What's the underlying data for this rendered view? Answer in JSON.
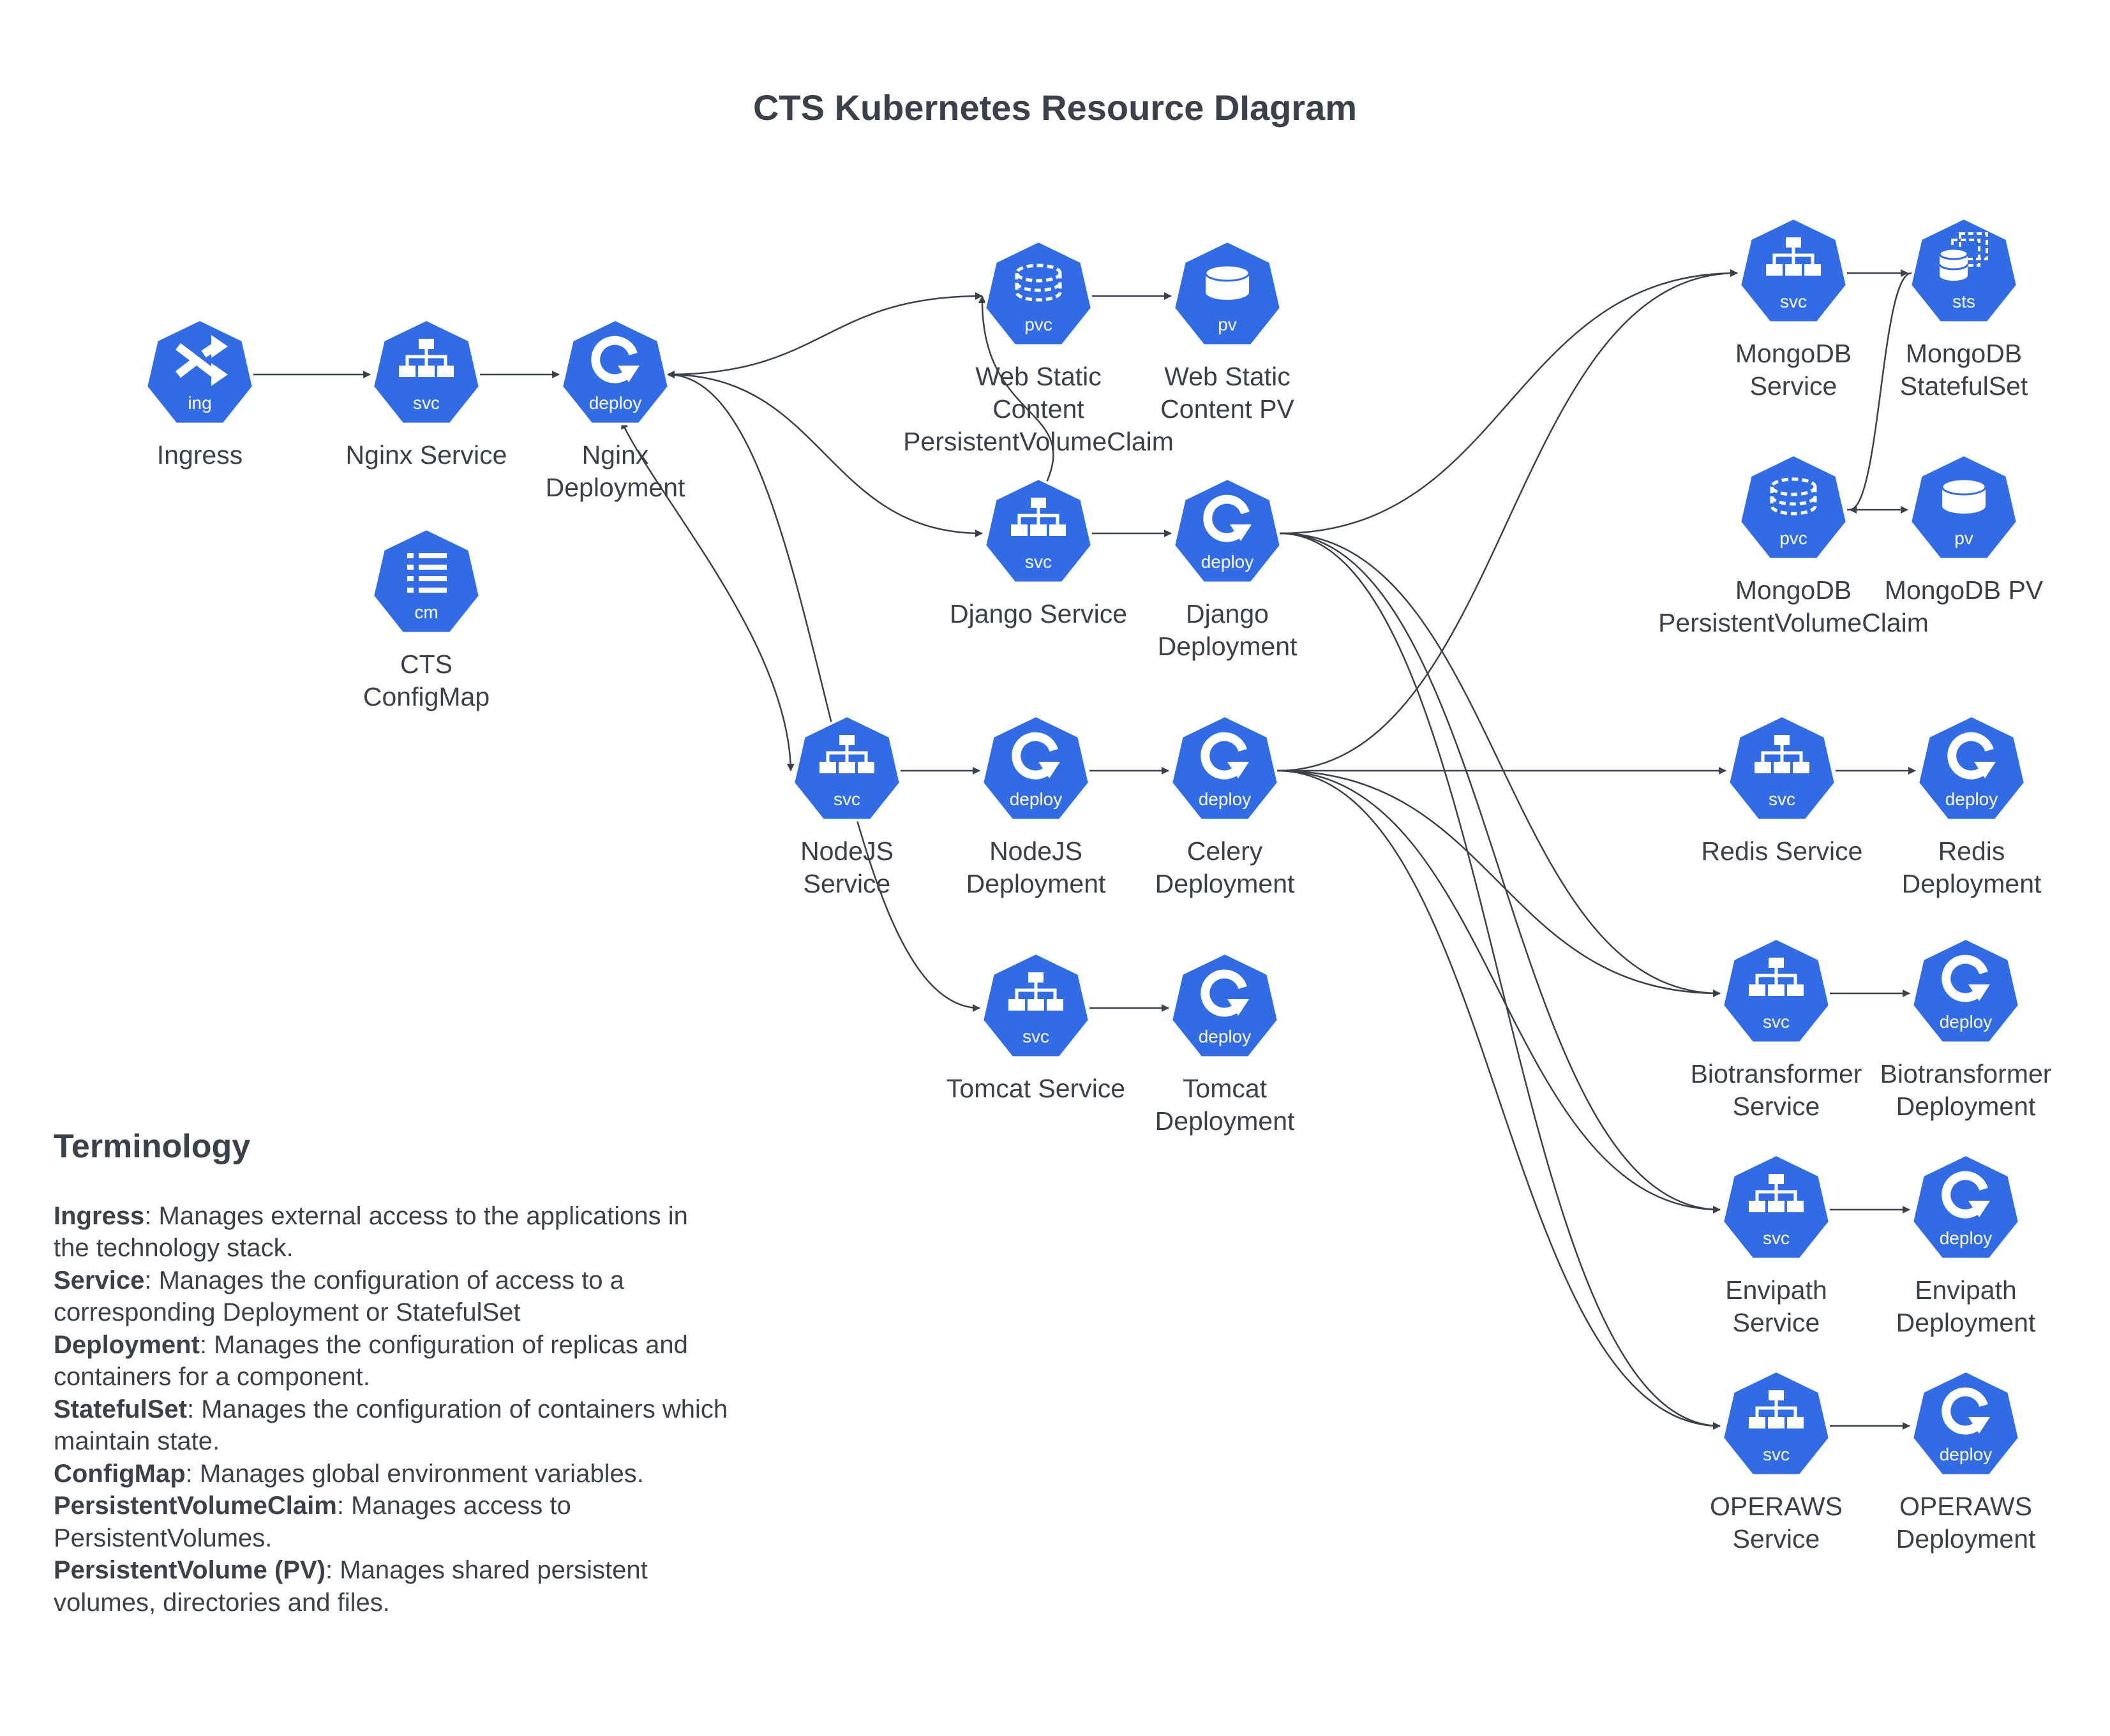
{
  "title": "CTS Kubernetes Resource DIagram",
  "nodes": [
    {
      "id": "ingress",
      "kind": "ing",
      "icon": "shuffle-icon",
      "label": [
        "Ingress"
      ]
    },
    {
      "id": "nginx-svc",
      "kind": "svc",
      "icon": "hierarchy-icon",
      "label": [
        "Nginx Service"
      ]
    },
    {
      "id": "nginx-deploy",
      "kind": "deploy",
      "icon": "refresh-icon",
      "label": [
        "Nginx",
        "Deployment"
      ]
    },
    {
      "id": "cts-cm",
      "kind": "cm",
      "icon": "list-icon",
      "label": [
        "CTS",
        "ConfigMap"
      ]
    },
    {
      "id": "web-pvc",
      "kind": "pvc",
      "icon": "dashed-database-icon",
      "label": [
        "Web Static",
        "Content",
        "PersistentVolumeClaim"
      ]
    },
    {
      "id": "web-pv",
      "kind": "pv",
      "icon": "database-icon",
      "label": [
        "Web Static",
        "Content PV"
      ]
    },
    {
      "id": "django-svc",
      "kind": "svc",
      "icon": "hierarchy-icon",
      "label": [
        "Django Service"
      ]
    },
    {
      "id": "django-deploy",
      "kind": "deploy",
      "icon": "refresh-icon",
      "label": [
        "Django",
        "Deployment"
      ]
    },
    {
      "id": "mongo-svc",
      "kind": "svc",
      "icon": "hierarchy-icon",
      "label": [
        "MongoDB",
        "Service"
      ]
    },
    {
      "id": "mongo-sts",
      "kind": "sts",
      "icon": "stacked-database-icon",
      "label": [
        "MongoDB",
        "StatefulSet"
      ]
    },
    {
      "id": "mongo-pvc",
      "kind": "pvc",
      "icon": "dashed-database-icon",
      "label": [
        "MongoDB",
        "PersistentVolumeClaim"
      ]
    },
    {
      "id": "mongo-pv",
      "kind": "pv",
      "icon": "database-icon",
      "label": [
        "MongoDB PV"
      ]
    },
    {
      "id": "node-svc",
      "kind": "svc",
      "icon": "hierarchy-icon",
      "label": [
        "NodeJS",
        "Service"
      ]
    },
    {
      "id": "node-deploy",
      "kind": "deploy",
      "icon": "refresh-icon",
      "label": [
        "NodeJS",
        "Deployment"
      ]
    },
    {
      "id": "celery-deploy",
      "kind": "deploy",
      "icon": "refresh-icon",
      "label": [
        "Celery",
        "Deployment"
      ]
    },
    {
      "id": "redis-svc",
      "kind": "svc",
      "icon": "hierarchy-icon",
      "label": [
        "Redis Service"
      ]
    },
    {
      "id": "redis-deploy",
      "kind": "deploy",
      "icon": "refresh-icon",
      "label": [
        "Redis",
        "Deployment"
      ]
    },
    {
      "id": "tomcat-svc",
      "kind": "svc",
      "icon": "hierarchy-icon",
      "label": [
        "Tomcat Service"
      ]
    },
    {
      "id": "tomcat-deploy",
      "kind": "deploy",
      "icon": "refresh-icon",
      "label": [
        "Tomcat",
        "Deployment"
      ]
    },
    {
      "id": "bio-svc",
      "kind": "svc",
      "icon": "hierarchy-icon",
      "label": [
        "Biotransformer",
        "Service"
      ]
    },
    {
      "id": "bio-deploy",
      "kind": "deploy",
      "icon": "refresh-icon",
      "label": [
        "Biotransformer",
        "Deployment"
      ]
    },
    {
      "id": "envi-svc",
      "kind": "svc",
      "icon": "hierarchy-icon",
      "label": [
        "Envipath",
        "Service"
      ]
    },
    {
      "id": "envi-deploy",
      "kind": "deploy",
      "icon": "refresh-icon",
      "label": [
        "Envipath",
        "Deployment"
      ]
    },
    {
      "id": "opera-svc",
      "kind": "svc",
      "icon": "hierarchy-icon",
      "label": [
        "OPERAWS",
        "Service"
      ]
    },
    {
      "id": "opera-deploy",
      "kind": "deploy",
      "icon": "refresh-icon",
      "label": [
        "OPERAWS",
        "Deployment"
      ]
    }
  ],
  "edges": [
    {
      "from": "ingress",
      "to": "nginx-svc"
    },
    {
      "from": "nginx-svc",
      "to": "nginx-deploy"
    },
    {
      "from": "nginx-deploy",
      "to": "web-pvc",
      "bidirectional": true
    },
    {
      "from": "nginx-deploy",
      "to": "django-svc",
      "bidirectional": true
    },
    {
      "from": "nginx-deploy",
      "to": "node-svc",
      "bidirectional": true
    },
    {
      "from": "nginx-deploy",
      "to": "tomcat-svc",
      "bidirectional": true
    },
    {
      "from": "web-pvc",
      "to": "web-pv"
    },
    {
      "from": "django-svc",
      "to": "web-pvc"
    },
    {
      "from": "django-svc",
      "to": "django-deploy"
    },
    {
      "from": "django-deploy",
      "to": "mongo-svc"
    },
    {
      "from": "django-deploy",
      "to": "bio-svc"
    },
    {
      "from": "django-deploy",
      "to": "envi-svc"
    },
    {
      "from": "django-deploy",
      "to": "opera-svc"
    },
    {
      "from": "mongo-svc",
      "to": "mongo-sts"
    },
    {
      "from": "mongo-sts",
      "to": "mongo-pvc"
    },
    {
      "from": "mongo-pvc",
      "to": "mongo-pv"
    },
    {
      "from": "node-svc",
      "to": "node-deploy"
    },
    {
      "from": "node-deploy",
      "to": "celery-deploy"
    },
    {
      "from": "celery-deploy",
      "to": "mongo-svc"
    },
    {
      "from": "celery-deploy",
      "to": "redis-svc"
    },
    {
      "from": "celery-deploy",
      "to": "bio-svc"
    },
    {
      "from": "celery-deploy",
      "to": "envi-svc"
    },
    {
      "from": "celery-deploy",
      "to": "opera-svc"
    },
    {
      "from": "redis-svc",
      "to": "redis-deploy"
    },
    {
      "from": "tomcat-svc",
      "to": "tomcat-deploy"
    },
    {
      "from": "bio-svc",
      "to": "bio-deploy"
    },
    {
      "from": "envi-svc",
      "to": "envi-deploy"
    },
    {
      "from": "opera-svc",
      "to": "opera-deploy"
    }
  ],
  "terminology": {
    "heading": "Terminology",
    "items": [
      {
        "term": "Ingress",
        "definition": ": Manages external access to the applications in the technology stack."
      },
      {
        "term": "Service",
        "definition": ": Manages the configuration of access to a corresponding Deployment or StatefulSet"
      },
      {
        "term": "Deployment",
        "definition": ": Manages the configuration of replicas and containers for a component."
      },
      {
        "term": "StatefulSet",
        "definition": ": Manages the configuration of containers which maintain state."
      },
      {
        "term": "ConfigMap",
        "definition": ": Manages global environment variables."
      },
      {
        "term": "PersistentVolumeClaim",
        "definition": ": Manages access to PersistentVolumes."
      },
      {
        "term": "PersistentVolume (PV)",
        "definition": ": Manages shared persistent volumes, directories and files."
      }
    ]
  },
  "colors": {
    "node_fill": "#326ce5",
    "node_glyph": "#ffffff",
    "text": "#3a414a",
    "edge": "#3a414a"
  }
}
